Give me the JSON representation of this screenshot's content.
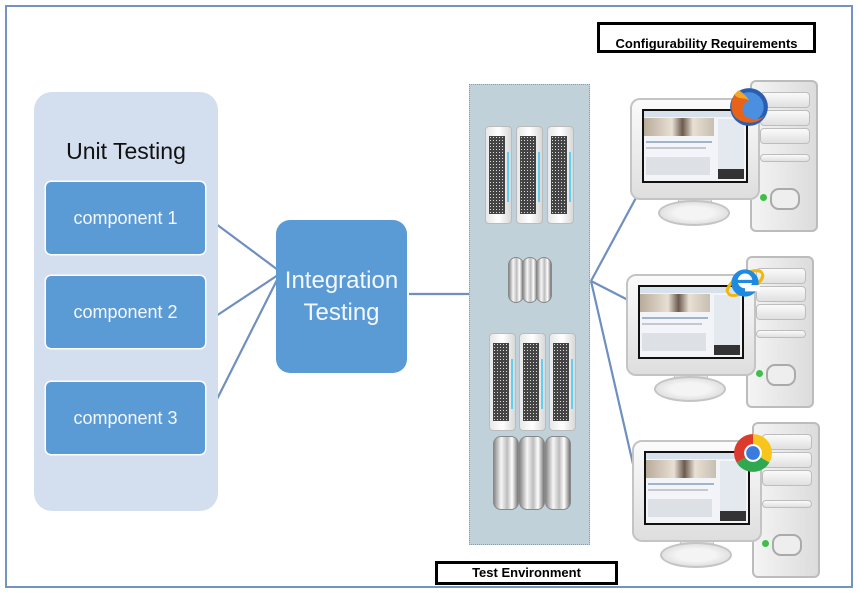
{
  "unit_testing": {
    "title": "Unit Testing",
    "components": [
      "component 1",
      "component 2",
      "component 3"
    ]
  },
  "integration": {
    "line1": "Integration",
    "line2": "Testing"
  },
  "test_environment": {
    "label": "Test Environment"
  },
  "configurability": {
    "label": "Configurability Requirements",
    "clients": [
      {
        "browser": "firefox-icon"
      },
      {
        "browser": "internet-explorer-icon"
      },
      {
        "browser": "chrome-icon"
      }
    ]
  },
  "colors": {
    "accent": "#5b9bd5",
    "panel": "#d3deee",
    "connector": "#6f8fbf",
    "frame": "#7394c0",
    "rack": "#c1d1d9"
  }
}
